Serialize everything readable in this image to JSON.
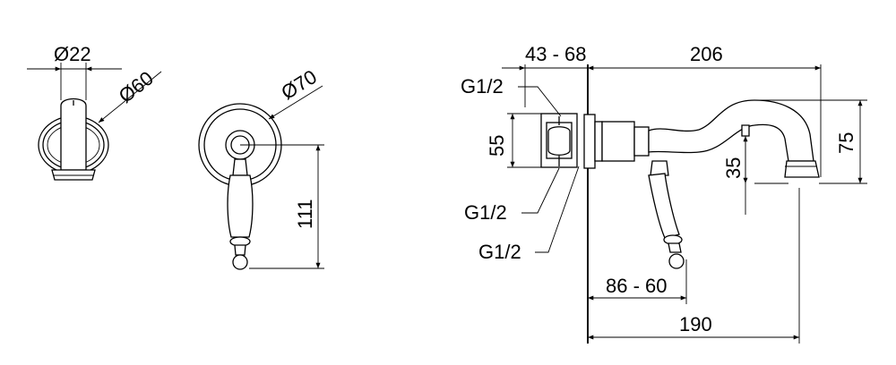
{
  "dimensions": {
    "d22": "Ø22",
    "d60": "Ø60",
    "d70": "Ø70",
    "h111": "111",
    "w43_68": "43 - 68",
    "w206": "206",
    "h55": "55",
    "h35": "35",
    "h75": "75",
    "w86_60": "86 - 60",
    "w190": "190"
  },
  "labels": {
    "g1": "G1/2",
    "g2": "G1/2",
    "g3": "G1/2"
  }
}
